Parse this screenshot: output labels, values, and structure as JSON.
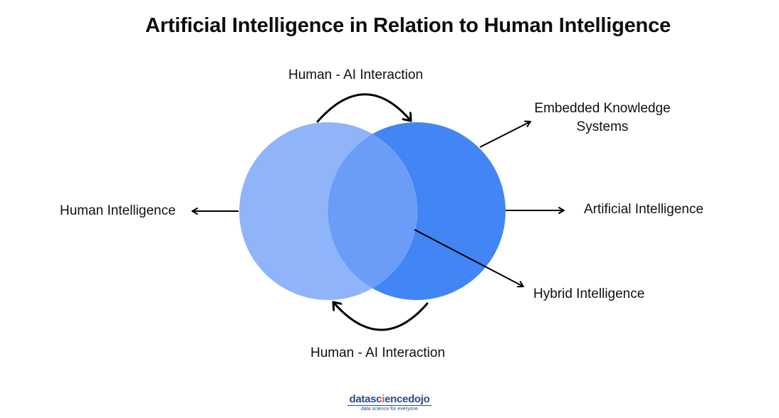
{
  "title": "Artificial Intelligence in Relation to Human Intelligence",
  "diagram": {
    "type": "venn",
    "left_circle": {
      "label": "Human Intelligence",
      "color": "#8fb4fa"
    },
    "right_circle": {
      "label": "Artificial Intelligence",
      "color": "#4285f4"
    },
    "overlap": {
      "label": "Hybrid Intelligence",
      "color": "#6a9cf8"
    },
    "top_arrow_label": "Human - AI Interaction",
    "bottom_arrow_label": "Human - AI Interaction",
    "embedded_label_line1": "Embedded Knowledge",
    "embedded_label_line2": "Systems"
  },
  "logo": {
    "part_a": "datasc",
    "part_b": "i",
    "part_c": "encedojo",
    "tagline": "data science for everyone"
  }
}
